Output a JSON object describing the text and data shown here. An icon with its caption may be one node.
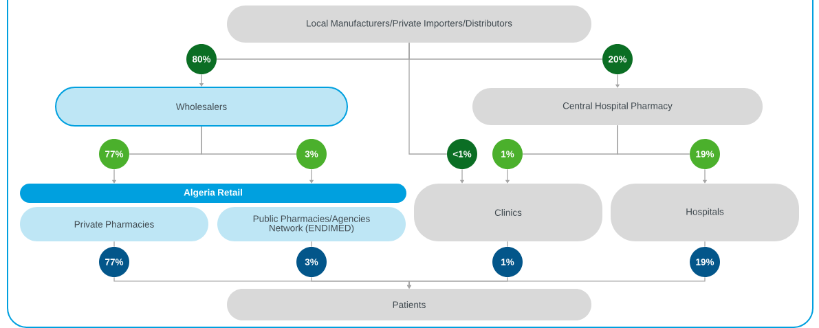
{
  "diagram": {
    "nodes": [
      {
        "text": [
          "Local Manufacturers/Private Importers/Distributors"
        ]
      },
      {
        "text": [
          "80%"
        ]
      },
      {
        "text": [
          "20%"
        ]
      },
      {
        "text": [
          "Wholesalers"
        ]
      },
      {
        "text": [
          "Central Hospital Pharmacy"
        ]
      },
      {
        "text": [
          "77%"
        ]
      },
      {
        "text": [
          "3%"
        ]
      },
      {
        "text": [
          "<1%"
        ]
      },
      {
        "text": [
          "1%"
        ]
      },
      {
        "text": [
          "19%"
        ]
      },
      {
        "text": [
          "Algeria Retail"
        ]
      },
      {
        "text": [
          "Private Pharmacies"
        ]
      },
      {
        "text": [
          "Public Pharmacies/Agencies Network (ENDIMED)"
        ]
      },
      {
        "text": [
          "Clinics"
        ]
      },
      {
        "text": [
          "Hospitals"
        ]
      },
      {
        "text": [
          "77%"
        ]
      },
      {
        "text": [
          "3%"
        ]
      },
      {
        "text": [
          "1%"
        ]
      },
      {
        "text": [
          "19%"
        ]
      },
      {
        "text": [
          "Patients"
        ]
      }
    ],
    "edges": [
      {
        "from": 0,
        "to": 1,
        "arrow": "none"
      },
      {
        "from": 0,
        "to": 2,
        "arrow": "none"
      },
      {
        "from": 0,
        "to": 7,
        "arrow": "none"
      },
      {
        "from": 1,
        "to": 3,
        "arrow": "to"
      },
      {
        "from": 2,
        "to": 4,
        "arrow": "to"
      },
      {
        "from": 3,
        "to": 5,
        "arrow": "none"
      },
      {
        "from": 3,
        "to": 6,
        "arrow": "none"
      },
      {
        "from": 4,
        "to": 8,
        "arrow": "none"
      },
      {
        "from": 4,
        "to": 9,
        "arrow": "none"
      },
      {
        "from": 5,
        "to": 10,
        "arrow": "to"
      },
      {
        "from": 6,
        "to": 10,
        "arrow": "to"
      },
      {
        "from": 7,
        "to": 13,
        "arrow": "to"
      },
      {
        "from": 8,
        "to": 13,
        "arrow": "to"
      },
      {
        "from": 9,
        "to": 14,
        "arrow": "to"
      },
      {
        "from": 11,
        "to": 15,
        "arrow": "none"
      },
      {
        "from": 12,
        "to": 16,
        "arrow": "none"
      },
      {
        "from": 13,
        "to": 17,
        "arrow": "none"
      },
      {
        "from": 14,
        "to": 18,
        "arrow": "none"
      },
      {
        "from": 15,
        "to": 19,
        "arrow": "to"
      },
      {
        "from": 16,
        "to": 19,
        "arrow": "to"
      },
      {
        "from": 17,
        "to": 19,
        "arrow": "to"
      },
      {
        "from": 18,
        "to": 19,
        "arrow": "to"
      }
    ]
  }
}
